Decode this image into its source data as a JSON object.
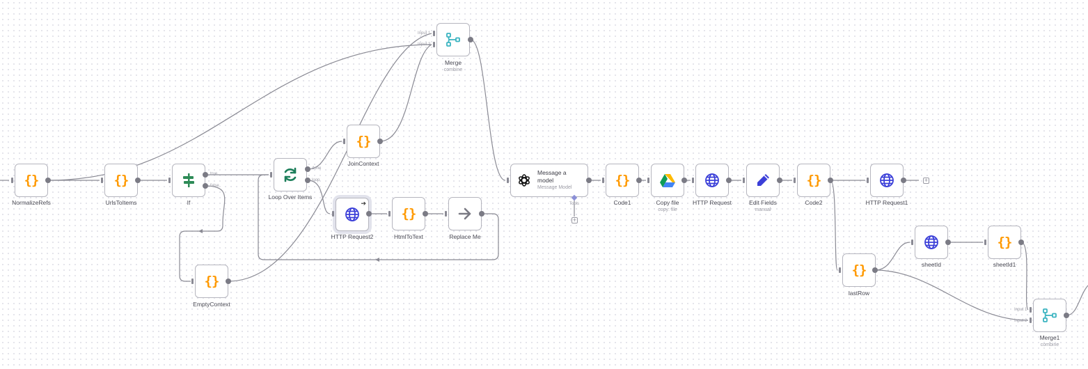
{
  "canvas": {
    "nodes": {
      "normalize_refs": {
        "label": "NormalizeRefs",
        "icon": "code-braces-icon"
      },
      "urls_to_items": {
        "label": "UrlsToItems",
        "icon": "code-braces-icon"
      },
      "if_node": {
        "label": "If",
        "icon": "signpost-icon",
        "true_label": "true",
        "false_label": "false"
      },
      "empty_context": {
        "label": "EmptyContext",
        "icon": "code-braces-icon"
      },
      "loop_over_items": {
        "label": "Loop Over Items",
        "icon": "sync-icon",
        "done_label": "done",
        "loop_label": "loop"
      },
      "join_context": {
        "label": "JoinContext",
        "icon": "code-braces-icon"
      },
      "http_request2": {
        "label": "HTTP Request2",
        "icon": "globe-icon",
        "badge": "➔"
      },
      "html_to_text": {
        "label": "HtmlToText",
        "icon": "code-braces-icon"
      },
      "replace_me": {
        "label": "Replace Me",
        "icon": "arrow-right-icon"
      },
      "merge": {
        "label": "Merge",
        "subtitle": "combine",
        "icon": "merge-icon",
        "input1": "Input 1",
        "input2": "Input 2"
      },
      "message_model": {
        "title": "Message a model",
        "subtitle": "Message Model",
        "icon": "openai-icon",
        "tools_label": "Tools"
      },
      "code1": {
        "label": "Code1",
        "icon": "code-braces-icon"
      },
      "copy_file": {
        "label": "Copy file",
        "subtitle": "copy: file",
        "icon": "google-drive-icon"
      },
      "http_request": {
        "label": "HTTP Request",
        "icon": "globe-icon"
      },
      "edit_fields": {
        "label": "Edit Fields",
        "subtitle": "manual",
        "icon": "pencil-icon"
      },
      "code2": {
        "label": "Code2",
        "icon": "code-braces-icon"
      },
      "http_request1": {
        "label": "HTTP Request1",
        "icon": "globe-icon"
      },
      "last_row": {
        "label": "lastRow",
        "icon": "code-braces-icon"
      },
      "sheet_id": {
        "label": "sheetId",
        "icon": "globe-icon"
      },
      "sheet_id1": {
        "label": "sheetId1",
        "icon": "code-braces-icon"
      },
      "merge1": {
        "label": "Merge1",
        "subtitle": "combine",
        "icon": "merge-icon",
        "input1": "Input 1",
        "input2": "Input 2"
      }
    },
    "braces_glyph": "{}",
    "add_glyph": "+",
    "colors": {
      "code": "#ff9900",
      "http": "#3b3fd8",
      "if": "#2e8b57",
      "loop": "#1d7f5b",
      "merge": "#3bb4c1",
      "edit": "#3b3fd8",
      "edge": "#8a8a94",
      "node_border": "#b5b5be"
    }
  }
}
